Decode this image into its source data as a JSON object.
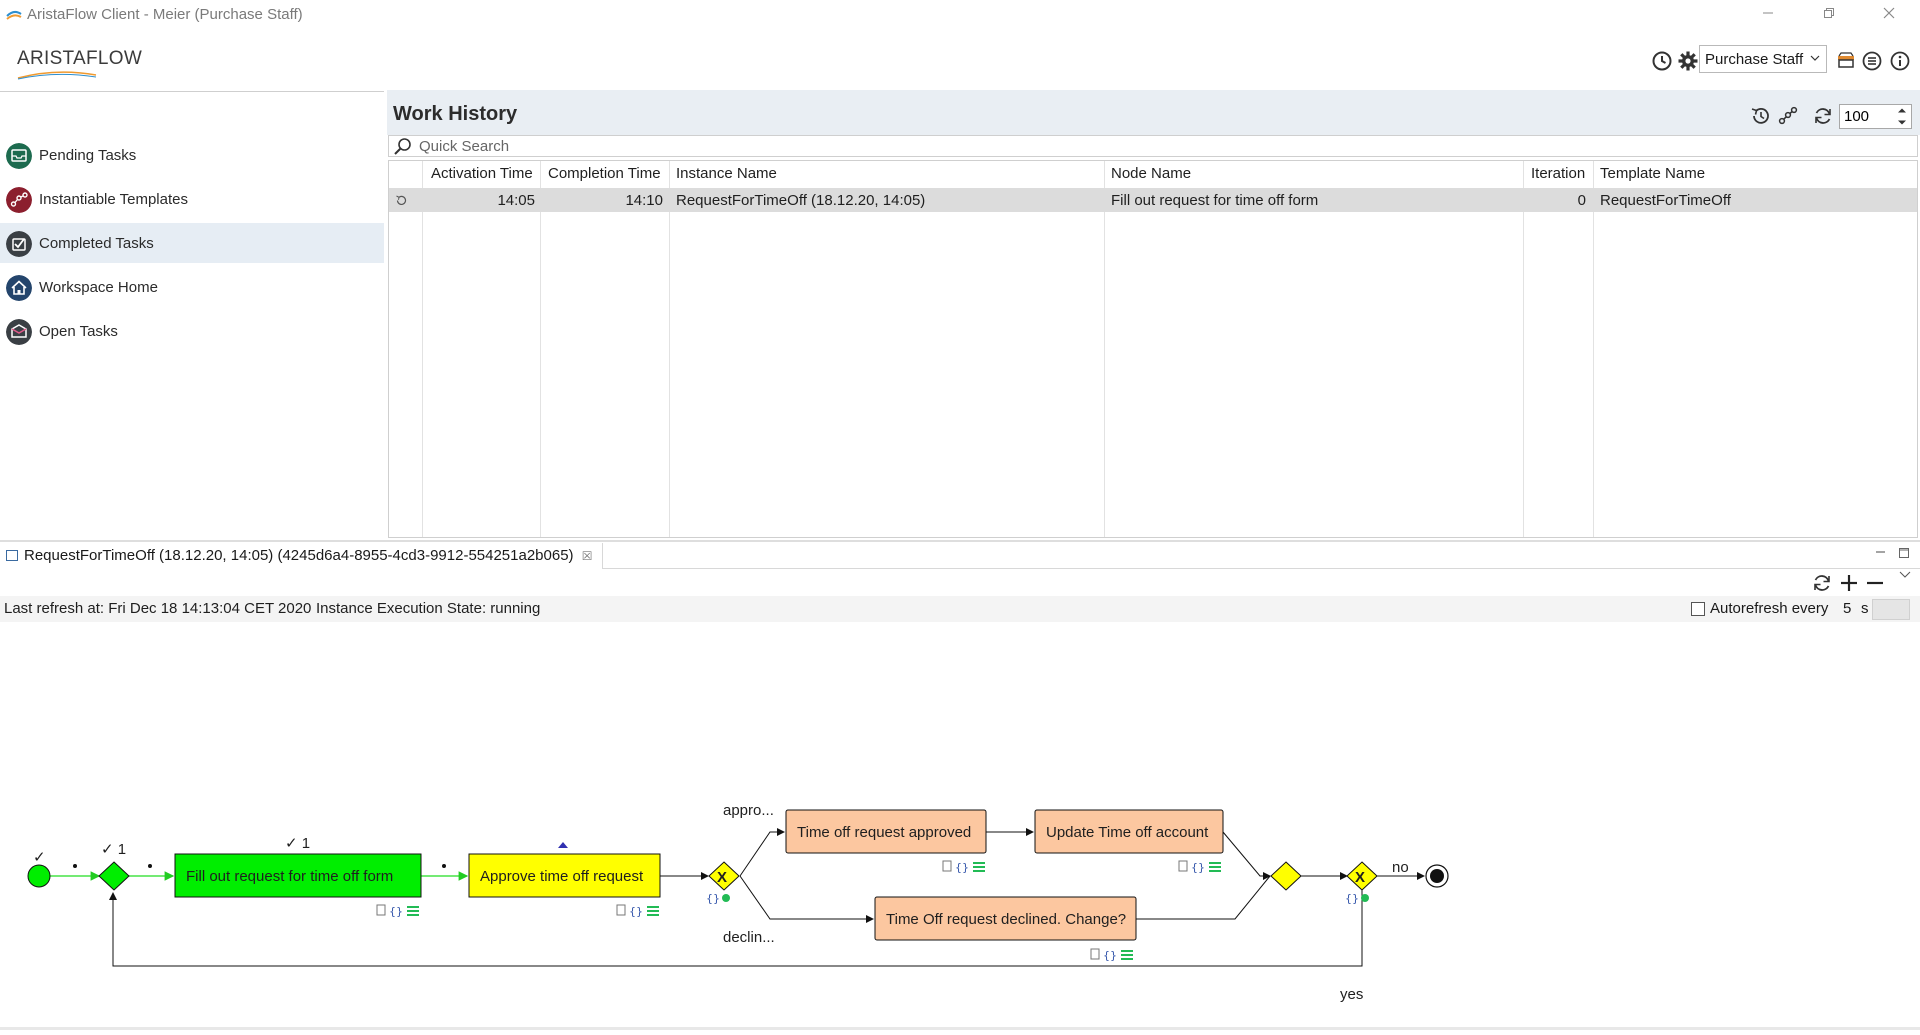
{
  "window": {
    "title": "AristaFlow Client - Meier (Purchase Staff)",
    "controls": [
      "minimize",
      "restore",
      "close"
    ]
  },
  "header": {
    "logo": "ARISTAFLOW",
    "role_selector": "Purchase Staff",
    "icons": [
      "clock-icon",
      "gear-icon",
      "chevron-down-icon",
      "store-icon",
      "menu-icon",
      "info-icon"
    ]
  },
  "sidebar": {
    "items": [
      {
        "label": "Pending Tasks",
        "icon": "inbox-icon",
        "color": "#1d6b4f",
        "active": false
      },
      {
        "label": "Instantiable Templates",
        "icon": "template-icon",
        "color": "#8c1f2e",
        "active": false
      },
      {
        "label": "Completed Tasks",
        "icon": "check-icon",
        "color": "#3a3f44",
        "active": true
      },
      {
        "label": "Workspace Home",
        "icon": "home-icon",
        "color": "#24456c",
        "active": false
      },
      {
        "label": "Open Tasks",
        "icon": "open-tasks-icon",
        "color": "#3a3f44",
        "active": false
      }
    ]
  },
  "work_history": {
    "title": "Work History",
    "count": "100",
    "search_placeholder": "Quick Search",
    "columns": [
      "Activation Time",
      "Completion Time",
      "Instance Name",
      "Node Name",
      "Iteration",
      "Template Name"
    ],
    "rows": [
      {
        "activation": "14:05",
        "completion": "14:10",
        "instance": "RequestForTimeOff (18.12.20, 14:05)",
        "node": "Fill out request for time off form",
        "iteration": "0",
        "template": "RequestForTimeOff"
      }
    ]
  },
  "instance_view": {
    "tab_title": "RequestForTimeOff (18.12.20, 14:05) (4245d6a4-8955-4cd3-9912-554251a2b065)",
    "tab_close": "☒",
    "last_refresh": "Last refresh at: Fri Dec 18 14:13:04 CET 2020",
    "execution_state": "Instance Execution State: running",
    "autorefresh_label": "Autorefresh every",
    "autorefresh_value": "5",
    "autorefresh_unit": "s"
  },
  "process": {
    "nodes": {
      "fill": "Fill out request for time off form",
      "approve": "Approve time off request",
      "approved": "Time off request approved",
      "update": "Update Time off account",
      "declined": "Time Off request declined. Change?"
    },
    "labels": {
      "check1": "✓",
      "check2": "✓ 1",
      "check3": "✓ 1",
      "approved_branch": "appro...",
      "declined_branch": "declin...",
      "no": "no",
      "yes": "yes"
    },
    "colors": {
      "completed": "#00ee00",
      "active": "#ffff00",
      "pending": "#fcc7a0",
      "decision": "#ffff00"
    }
  }
}
